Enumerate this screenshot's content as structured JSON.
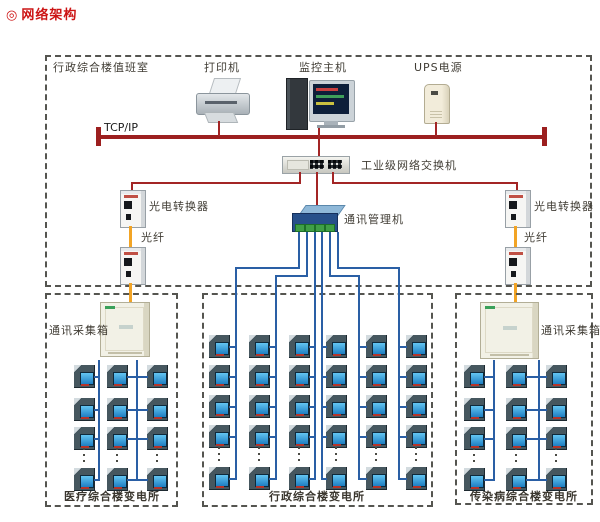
{
  "page": {
    "title_icon": "◎",
    "title": "网络架构"
  },
  "control_room": {
    "label": "行政综合楼值班室",
    "printer_label": "打印机",
    "host_label": "监控主机",
    "ups_label": "UPS电源",
    "network_label": "TCP/IP",
    "switch_label": "工业级网络交换机",
    "manager_label": "通讯管理机",
    "converter_left_label": "光电转换器",
    "converter_right_label": "光电转换器",
    "fiber_left_label": "光纤",
    "fiber_right_label": "光纤"
  },
  "stations": [
    {
      "collector_label": "通讯采集箱",
      "name": "医疗综合楼变电所",
      "meter_columns": 3,
      "meter_rows": 4
    },
    {
      "name": "行政综合楼变电所",
      "meter_columns": 6,
      "meter_rows": 5
    },
    {
      "collector_label": "通讯采集箱",
      "name": "传染病综合楼变电所",
      "meter_columns": 3,
      "meter_rows": 4
    }
  ],
  "colors": {
    "title_red": "#cc1414",
    "bus_red": "#9c1f1f",
    "line_blue": "#2a5fa5",
    "fiber_yellow": "#f2a425"
  }
}
